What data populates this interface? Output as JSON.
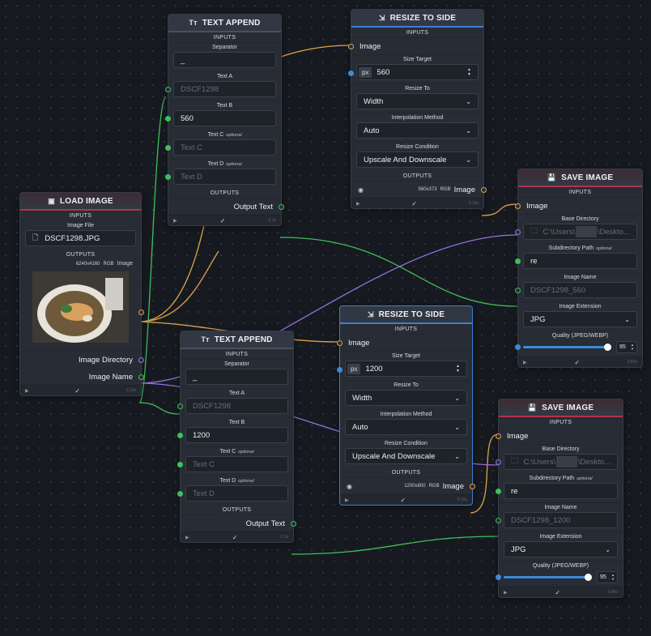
{
  "load_image": {
    "title": "LOAD IMAGE",
    "inputs_label": "INPUTS",
    "image_file_label": "Image File",
    "image_file_value": "DSCF1298.JPG",
    "outputs_label": "OUTPUTS",
    "image_info": "6240x4160",
    "image_mode": "RGB",
    "image_out_label": "Image",
    "image_directory_label": "Image Directory",
    "image_name_label": "Image Name",
    "timing": "0.13s"
  },
  "text_append_1": {
    "title": "TEXT APPEND",
    "inputs_label": "INPUTS",
    "separator_label": "Separator",
    "separator_value": "_",
    "text_a_label": "Text A",
    "text_a_value": "DSCF1298",
    "text_b_label": "Text B",
    "text_b_value": "560",
    "text_c_label": "Text C",
    "text_c_placeholder": "Text C",
    "text_d_label": "Text D",
    "text_d_placeholder": "Text D",
    "optional": "optional",
    "outputs_label": "OUTPUTS",
    "output_text_label": "Output Text",
    "timing": "0.1s"
  },
  "text_append_2": {
    "title": "TEXT APPEND",
    "inputs_label": "INPUTS",
    "separator_label": "Separator",
    "separator_value": "_",
    "text_a_label": "Text A",
    "text_a_value": "DSCF1298",
    "text_b_label": "Text B",
    "text_b_value": "1200",
    "text_c_label": "Text C",
    "text_c_placeholder": "Text C",
    "text_d_label": "Text D",
    "text_d_placeholder": "Text D",
    "optional": "optional",
    "outputs_label": "OUTPUTS",
    "output_text_label": "Output Text",
    "timing": "0.1s"
  },
  "resize_1": {
    "title": "RESIZE TO SIDE",
    "inputs_label": "INPUTS",
    "image_label": "Image",
    "size_target_label": "Size Target",
    "unit": "px",
    "size_target_value": "560",
    "resize_to_label": "Resize To",
    "resize_to_value": "Width",
    "interp_label": "Interpolation Method",
    "interp_value": "Auto",
    "condition_label": "Resize Condition",
    "condition_value": "Upscale And Downscale",
    "outputs_label": "OUTPUTS",
    "out_info": "560x373",
    "out_mode": "RGB",
    "out_label": "Image",
    "timing": "0.14s"
  },
  "resize_2": {
    "title": "RESIZE TO SIDE",
    "inputs_label": "INPUTS",
    "image_label": "Image",
    "size_target_label": "Size Target",
    "unit": "px",
    "size_target_value": "1200",
    "resize_to_label": "Resize To",
    "resize_to_value": "Width",
    "interp_label": "Interpolation Method",
    "interp_value": "Auto",
    "condition_label": "Resize Condition",
    "condition_value": "Upscale And Downscale",
    "outputs_label": "OUTPUTS",
    "out_info": "1200x800",
    "out_mode": "RGB",
    "out_label": "Image",
    "timing": "0.15s"
  },
  "save_1": {
    "title": "SAVE IMAGE",
    "inputs_label": "INPUTS",
    "image_label": "Image",
    "base_dir_label": "Base Directory",
    "base_dir_prefix": "C:\\Users\\",
    "base_dir_suffix": "\\Deskto...",
    "subdir_label": "Subdirectory Path",
    "optional": "optional",
    "subdir_value": "re",
    "image_name_label": "Image Name",
    "image_name_value": "DSCF1298_560",
    "ext_label": "Image Extension",
    "ext_value": "JPG",
    "quality_label": "Quality (JPEG/WEBP)",
    "quality_value": "95",
    "quality_fraction": 0.95,
    "timing": "0.83s"
  },
  "save_2": {
    "title": "SAVE IMAGE",
    "inputs_label": "INPUTS",
    "image_label": "Image",
    "base_dir_label": "Base Directory",
    "base_dir_prefix": "C:\\Users\\",
    "base_dir_suffix": "\\Deskto...",
    "subdir_label": "Subdirectory Path",
    "optional": "optional",
    "subdir_value": "re",
    "image_name_label": "Image Name",
    "image_name_value": "DSCF1298_1200",
    "ext_label": "Image Extension",
    "ext_value": "JPG",
    "quality_label": "Quality (JPEG/WEBP)",
    "quality_value": "95",
    "quality_fraction": 0.95,
    "timing": "0.84s"
  },
  "colors": {
    "background": "#161a20",
    "node": "#272c35",
    "image_wire": "#e2a34a",
    "text_wire": "#3fbf5a",
    "path_wire": "#9a6fe0",
    "number_port": "#3c8ad8",
    "header_red": "#b3324a",
    "header_blue": "#3e7fd0"
  }
}
